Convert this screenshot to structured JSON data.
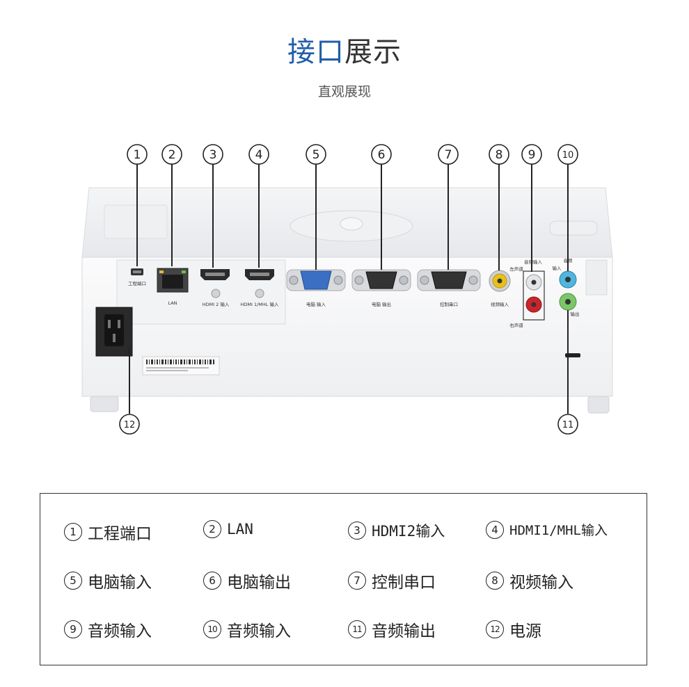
{
  "header": {
    "title_accent": "接口",
    "title_rest": "展示",
    "subtitle": "直观展现"
  },
  "callout_numbers": [
    "①",
    "②",
    "③",
    "④",
    "⑤",
    "⑥",
    "⑦",
    "⑧",
    "⑨",
    "⑩",
    "⑪",
    "⑫"
  ],
  "panel_labels": {
    "p1": "工程端口",
    "p2": "LAN",
    "p3": "HDMI 2 输入",
    "p4": "HDMI 1/MHL 输入",
    "p5": "电脑 输入",
    "p6": "电脑 输出",
    "p7": "控制串口",
    "p8": "视频输入",
    "p9_top": "音频输入",
    "p9_l": "左声道",
    "p9_r": "右声道",
    "p10_top": "音频",
    "p10_in": "输入",
    "p10_out": "输出"
  },
  "legend": [
    {
      "num": "①",
      "label": "工程端口"
    },
    {
      "num": "②",
      "label": "LAN"
    },
    {
      "num": "③",
      "label": "HDMI2输入"
    },
    {
      "num": "④",
      "label": "HDMI1/MHL输入"
    },
    {
      "num": "⑤",
      "label": "电脑输入"
    },
    {
      "num": "⑥",
      "label": "电脑输出"
    },
    {
      "num": "⑦",
      "label": "控制串口"
    },
    {
      "num": "⑧",
      "label": "视频输入"
    },
    {
      "num": "⑨",
      "label": "音频输入"
    },
    {
      "num": "⑩",
      "label": "音频输入"
    },
    {
      "num": "⑪",
      "label": "音频输出"
    },
    {
      "num": "⑫",
      "label": "电源"
    }
  ],
  "colors": {
    "accent": "#1f5ea8",
    "vga_in": "#3a6fc4",
    "video_jack": "#e8c21a",
    "audio_in_jack": "#4fb6e0",
    "audio_out_jack": "#7cc66a",
    "audio_r_jack": "#c9242b"
  }
}
